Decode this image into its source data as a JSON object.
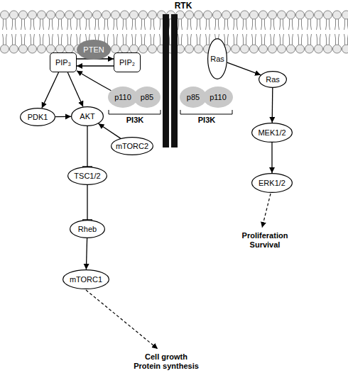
{
  "diagram": {
    "nodes": [
      {
        "text": [
          "PTEN"
        ]
      },
      {
        "text": [
          "PIP₃"
        ]
      },
      {
        "text": [
          "PIP₂"
        ]
      },
      {
        "text": [
          "p110"
        ]
      },
      {
        "text": [
          "p85"
        ]
      },
      {
        "text": [
          "Ras"
        ]
      },
      {
        "text": [
          "p85"
        ]
      },
      {
        "text": [
          "p110"
        ]
      },
      {
        "text": [
          "Ras"
        ]
      },
      {
        "text": [
          "PDK1"
        ]
      },
      {
        "text": [
          "AKT"
        ]
      },
      {
        "text": [
          "mTORC2"
        ]
      },
      {
        "text": [
          "TSC1/2"
        ]
      },
      {
        "text": [
          "MEK1/2"
        ]
      },
      {
        "text": [
          "Rheb"
        ]
      },
      {
        "text": [
          "ERK1/2"
        ]
      },
      {
        "text": [
          "mTORC1"
        ]
      }
    ],
    "edges": [
      {
        "from": 1,
        "to": 2,
        "arrow": "to"
      },
      {
        "from": 2,
        "to": 1,
        "arrow": "to"
      },
      {
        "from": 3,
        "to": 1,
        "arrow": "to"
      },
      {
        "from": 1,
        "to": 9,
        "arrow": "to"
      },
      {
        "from": 1,
        "to": 10,
        "arrow": "to"
      },
      {
        "from": 9,
        "to": 10,
        "arrow": "to"
      },
      {
        "from": 11,
        "to": 10,
        "arrow": "to"
      },
      {
        "from": 10,
        "to": 12,
        "arrow": "to"
      },
      {
        "from": 12,
        "to": 14,
        "arrow": "to"
      },
      {
        "from": 14,
        "to": 16,
        "arrow": "to"
      },
      {
        "from": 5,
        "to": 8,
        "arrow": "to"
      },
      {
        "from": 8,
        "to": 13,
        "arrow": "to"
      },
      {
        "from": 13,
        "to": 15,
        "arrow": "to"
      }
    ],
    "labels": [
      "RTK",
      "PI3K",
      "PI3K",
      "Proliferation Survival",
      "Cell growth Protein synthesis"
    ]
  }
}
